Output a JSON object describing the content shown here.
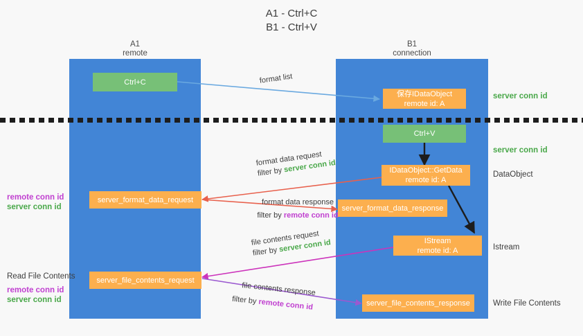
{
  "title": {
    "line1": "A1 - Ctrl+C",
    "line2": "B1 - Ctrl+V"
  },
  "colors": {
    "lane": "#4285d6",
    "green_box": "#77c077",
    "orange_box": "#fcaf4e",
    "server_conn_id": "#4aa84a",
    "remote_conn_id": "#c040d0",
    "arrow_blue": "#6aa9e0",
    "arrow_red": "#e8604c",
    "arrow_magenta": "#cc33bb",
    "arrow_purple": "#9b59d0",
    "arrow_black": "#1d1d1d",
    "divider": "#1d1d1d",
    "background": "#f8f8f8"
  },
  "columns": {
    "left": {
      "name": "A1",
      "role": "remote"
    },
    "right": {
      "name": "B1",
      "role": "connection"
    }
  },
  "nodes": {
    "ctrl_c": {
      "line1": "Ctrl+C",
      "line2": ""
    },
    "save_dataobject": {
      "line1": "保存IDataObject",
      "line2": "remote id: A"
    },
    "ctrl_v": {
      "line1": "Ctrl+V",
      "line2": ""
    },
    "getdata": {
      "line1": "IDataObject::GetData",
      "line2": "remote id: A"
    },
    "format_data_request": {
      "line1": "server_format_data_request",
      "line2": ""
    },
    "format_data_response": {
      "line1": "server_format_data_response",
      "line2": ""
    },
    "istream": {
      "line1": "IStream",
      "line2": "remote id: A"
    },
    "file_contents_request": {
      "line1": "server_file_contents_request",
      "line2": ""
    },
    "file_contents_response": {
      "line1": "server_file_contents_response",
      "line2": ""
    }
  },
  "right_annotations": {
    "server_conn_id_top": "server conn id",
    "server_conn_id_mid": "server conn id",
    "dataobject": "DataObject",
    "istream": "Istream",
    "write_file_contents": "Write File Contents"
  },
  "left_annotations": {
    "format_remote": "remote conn id",
    "format_server": "server conn id",
    "read_file_contents": "Read File Contents",
    "file_remote": "remote conn id",
    "file_server": "server conn id"
  },
  "edge_labels": {
    "format_list": "format list",
    "format_data_request": "format data request",
    "format_data_request_filter_prefix": "filter by ",
    "format_data_request_filter_value": "server conn id",
    "format_data_response": "format data response",
    "format_data_response_filter_prefix": "filter by ",
    "format_data_response_filter_value": "remote conn id",
    "file_contents_request": "file contents request",
    "file_contents_request_filter_prefix": "filter by ",
    "file_contents_request_filter_value": "server conn id",
    "file_contents_response": "file contents response",
    "file_contents_response_filter_prefix": "filter by ",
    "file_contents_response_filter_value": "remote conn id"
  }
}
